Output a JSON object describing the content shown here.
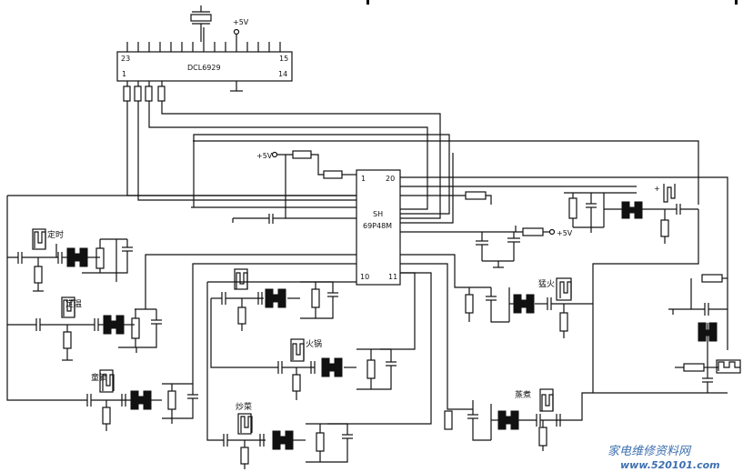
{
  "ic1": {
    "name": "DCL6929",
    "pin_tl": "23",
    "pin_tr": "15",
    "pin_bl": "1",
    "pin_br": "14"
  },
  "ic2": {
    "name_line1": "SH",
    "name_line2": "69P48M",
    "pin_tl": "1",
    "pin_tr": "20",
    "pin_bl": "10",
    "pin_br": "11"
  },
  "supply": {
    "top": "+5V",
    "left": "+5V",
    "right": "+5V"
  },
  "labels": {
    "timing": "定时",
    "temp": "定温",
    "lock": "童锁",
    "stirfry": "炒菜",
    "hotpot": "火锅",
    "strongfire": "猛火",
    "steam": "蒸煮"
  },
  "watermark": {
    "cn": "家电维修资料网",
    "url": "www.520101.com"
  }
}
